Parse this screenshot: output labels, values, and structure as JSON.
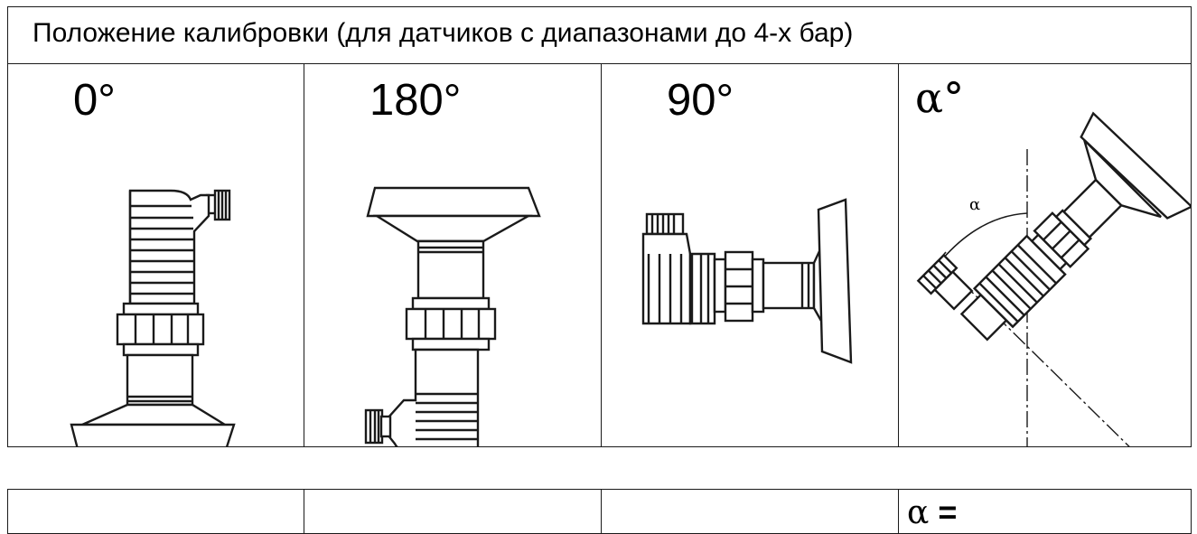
{
  "header": {
    "title": "Положение калибровки (для датчиков с диапазонами до 4-х бар)"
  },
  "positions": [
    {
      "label": "0°",
      "icon": "sensor-upright-icon"
    },
    {
      "label": "180°",
      "icon": "sensor-inverted-icon"
    },
    {
      "label": "90°",
      "icon": "sensor-horizontal-icon"
    },
    {
      "label": "α°",
      "icon": "sensor-tilted-icon",
      "angle_mark": "α"
    }
  ],
  "entry_row": {
    "alpha_symbol": "α",
    "equals": "="
  }
}
